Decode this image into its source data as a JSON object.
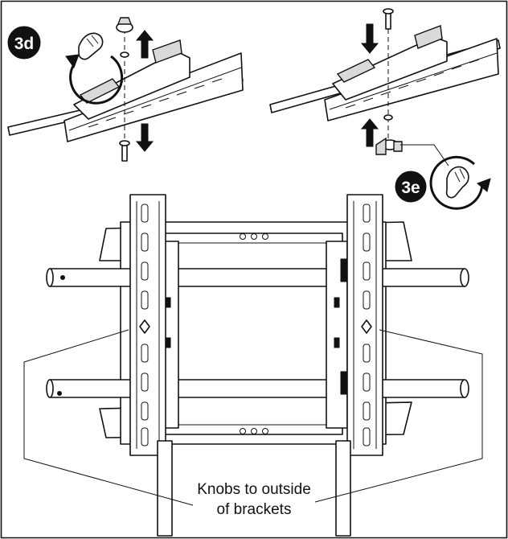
{
  "steps": {
    "step_a": "3d",
    "step_b": "3e"
  },
  "caption": {
    "line1": "Knobs to outside",
    "line2": "of brackets"
  },
  "colors": {
    "ink": "#111111",
    "paper": "#ffffff",
    "badge": "#111111"
  }
}
